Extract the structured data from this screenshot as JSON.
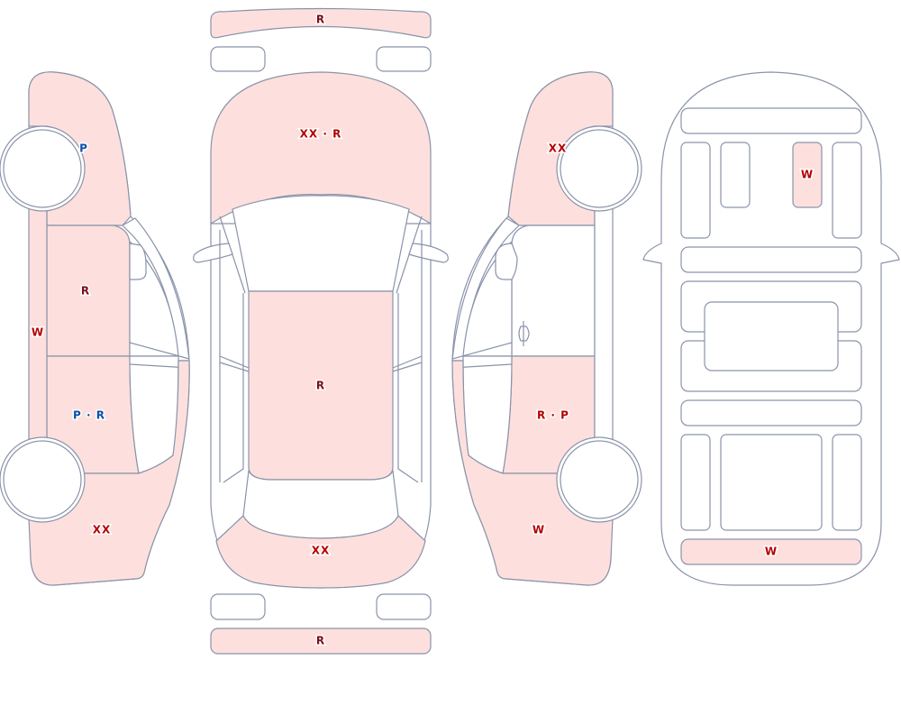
{
  "colors": {
    "outline": "#8a93aa",
    "damaged_fill": "#fde0dd",
    "clean_fill": "#ffffff",
    "code_red": "#b30000",
    "code_blue": "#0d4fa8",
    "code_dark": "#7a0f1f"
  },
  "labels": {
    "front_bumper": "R",
    "hood": "XX · R",
    "roof": "R",
    "trunk": "XX",
    "rear_bumper": "R",
    "left_front_fender": "P",
    "left_front_door": "R",
    "left_rear_door": "P · R",
    "left_rocker": "W",
    "left_quarter": "XX",
    "right_front_fender": "XX",
    "right_rear_door": "R · P",
    "right_quarter": "W",
    "interior_seat": "W",
    "interior_cargo": "W"
  }
}
